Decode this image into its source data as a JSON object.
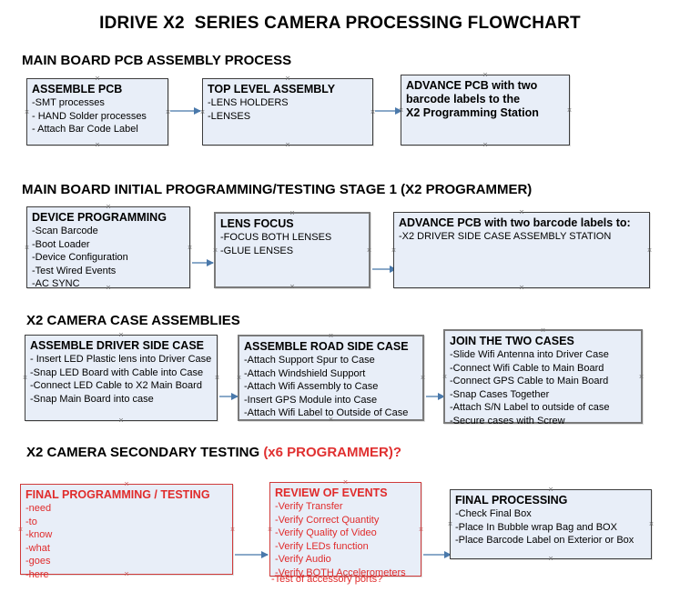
{
  "document": {
    "title": "IDRIVE X2  SERIES CAMERA PROCESSING FLOWCHART"
  },
  "sections": [
    {
      "id": "main-board-pcb-assembly",
      "heading": "MAIN BOARD PCB ASSEMBLY PROCESS",
      "boxes": [
        {
          "id": "assemble-pcb",
          "title": "ASSEMBLE PCB",
          "lines": [
            "-SMT processes",
            "- HAND Solder processes",
            "- Attach Bar Code Label"
          ]
        },
        {
          "id": "top-level-assembly",
          "title": "TOP LEVEL ASSEMBLY",
          "lines": [
            "-LENS HOLDERS",
            "-LENSES"
          ]
        },
        {
          "id": "advance-pcb-programming-station",
          "title": "ADVANCE PCB with two",
          "title_line2": "barcode labels to the",
          "title_line3": " X2 Programming Station",
          "lines": []
        }
      ]
    },
    {
      "id": "main-board-initial-programming",
      "heading": "MAIN BOARD INITIAL PROGRAMMING/TESTING STAGE 1 (X2 PROGRAMMER)",
      "boxes": [
        {
          "id": "device-programming",
          "title": "DEVICE PROGRAMMING",
          "lines": [
            "-Scan Barcode",
            "-Boot Loader",
            "-Device Configuration",
            "-Test Wired Events",
            "-AC SYNC"
          ]
        },
        {
          "id": "lens-focus",
          "title": "LENS FOCUS",
          "lines": [
            "-FOCUS BOTH LENSES",
            "-GLUE LENSES"
          ]
        },
        {
          "id": "advance-pcb-driver-side-case",
          "title": "ADVANCE PCB with two barcode labels to:",
          "lines": [
            "-X2 DRIVER  SIDE  CASE  ASSEMBLY STATION"
          ]
        }
      ]
    },
    {
      "id": "x2-camera-case-assemblies",
      "heading": "X2 CAMERA CASE ASSEMBLIES",
      "boxes": [
        {
          "id": "assemble-driver-side-case",
          "title": "ASSEMBLE DRIVER SIDE CASE",
          "lines": [
            "- Insert LED Plastic lens into Driver Case",
            "-Snap LED Board with Cable into Case",
            "-Connect LED Cable to X2 Main Board",
            "-Snap Main Board into case"
          ]
        },
        {
          "id": "assemble-road-side-case",
          "title": "ASSEMBLE ROAD SIDE CASE",
          "lines": [
            "-Attach Support Spur to Case",
            "-Attach Windshield Support",
            "-Attach Wifi Assembly to Case",
            "-Insert GPS Module into Case",
            "-Attach Wifi Label to Outside of Case"
          ]
        },
        {
          "id": "join-the-two-cases",
          "title": "JOIN THE TWO CASES",
          "lines": [
            "-Slide Wifi Antenna into Driver Case",
            "-Connect Wifi Cable to Main Board",
            "-Connect GPS Cable to Main Board",
            "-Snap Cases Together",
            "-Attach S/N Label to outside of case",
            "-Secure cases with Screw"
          ]
        }
      ]
    },
    {
      "id": "x2-camera-secondary-testing",
      "heading": "X2 CAMERA SECONDARY TESTING ",
      "heading_accent": "(x6 PROGRAMMER)?",
      "boxes": [
        {
          "id": "final-programming-testing",
          "title": "FINAL PROGRAMMING / TESTING",
          "lines": [
            "-need",
            "-to",
            "-know",
            "-what",
            "-goes",
            "-here"
          ]
        },
        {
          "id": "review-of-events",
          "title": "REVIEW OF EVENTS",
          "lines": [
            "-Verify Transfer",
            "-Verify Correct Quantity",
            "-Verify Quality of Video",
            "-Verify LEDs function",
            "-Verify Audio",
            "-Verify BOTH Accelerometers"
          ],
          "overflow_line": "-Test of accessory ports?"
        },
        {
          "id": "final-processing",
          "title": "FINAL PROCESSING",
          "lines": [
            " -Check Final Box",
            "-Place In Bubble wrap Bag and BOX",
            "-Place Barcode Label on Exterior or Box"
          ]
        }
      ]
    }
  ],
  "colors": {
    "box_fill": "#e8eef8",
    "box_border": "#3d3d3d",
    "red_accent": "#e02b2b",
    "arrow": "#8aa9c9",
    "arrow_head": "#4a79ab"
  }
}
